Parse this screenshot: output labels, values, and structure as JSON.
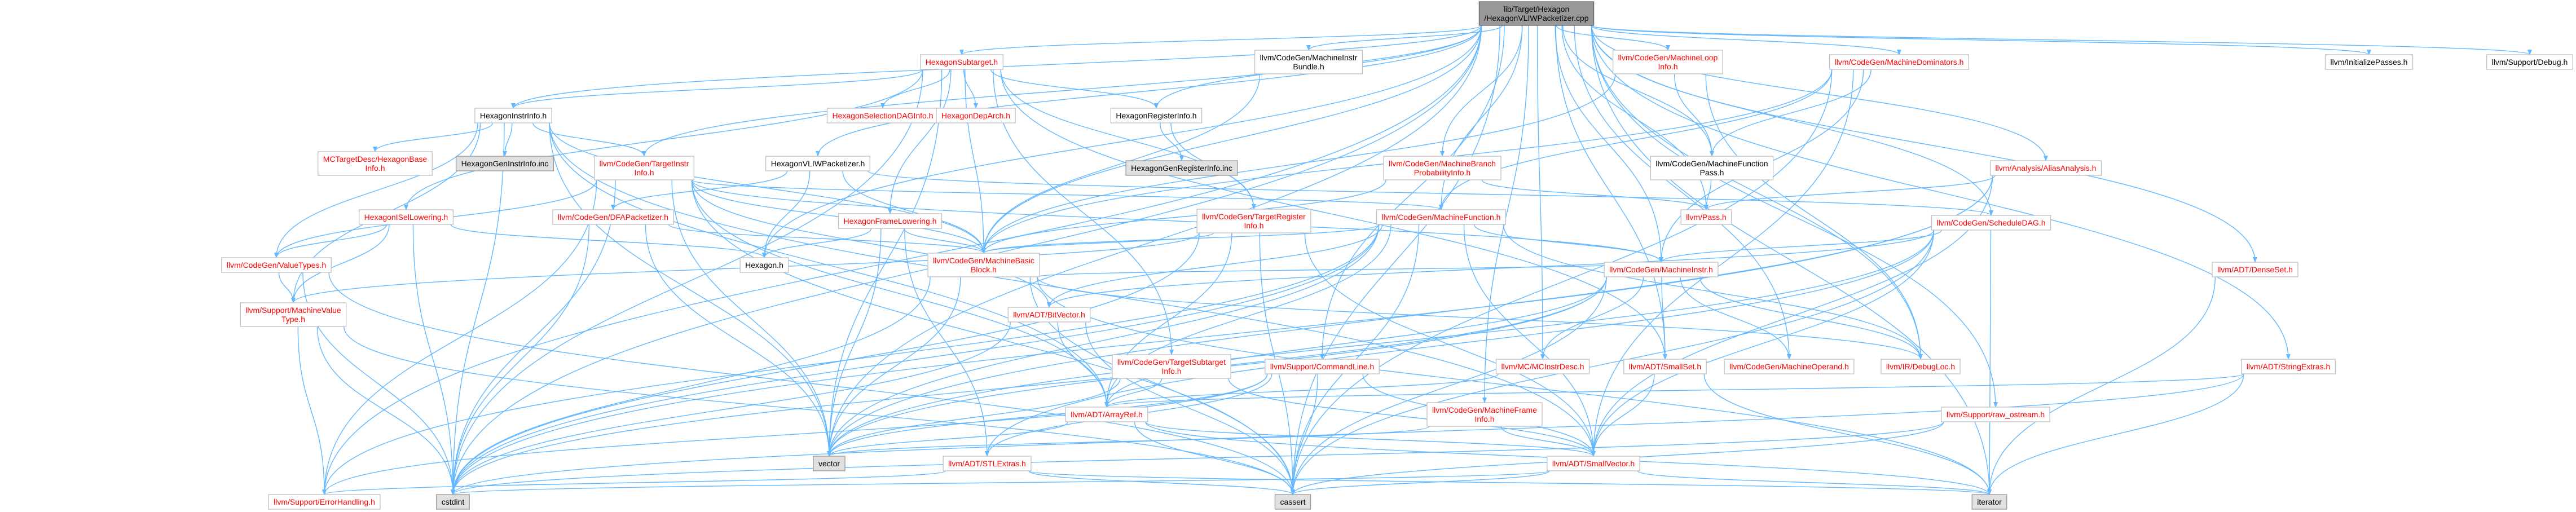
{
  "colors": {
    "edge": "#63b8ff",
    "root_fill": "#999999",
    "root_stroke": "#666666",
    "node_fill": "#ffffff",
    "node_stroke": "#bfbfbf",
    "red_text": "#ff0000",
    "black_text": "#000000",
    "gray_fill": "#e0e0e0",
    "gray_stroke": "#999999"
  },
  "nodes": [
    {
      "id": "root",
      "lines": [
        "lib/Target/Hexagon",
        "/HexagonVLIWPacketizer.cpp"
      ],
      "style": "root"
    },
    {
      "id": "hexsubtarget",
      "lines": [
        "HexagonSubtarget.h"
      ],
      "style": "red"
    },
    {
      "id": "bundle",
      "lines": [
        "llvm/CodeGen/MachineInstr",
        "Bundle.h"
      ],
      "style": "black"
    },
    {
      "id": "looplinfo",
      "lines": [
        "llvm/CodeGen/MachineLoop",
        "Info.h"
      ],
      "style": "red"
    },
    {
      "id": "dominators",
      "lines": [
        "llvm/CodeGen/MachineDominators.h"
      ],
      "style": "red"
    },
    {
      "id": "initpasses",
      "lines": [
        "llvm/InitializePasses.h"
      ],
      "style": "black"
    },
    {
      "id": "debug",
      "lines": [
        "llvm/Support/Debug.h"
      ],
      "style": "black"
    },
    {
      "id": "hexinstrinfo",
      "lines": [
        "HexagonInstrInfo.h"
      ],
      "style": "black"
    },
    {
      "id": "seldaginfo",
      "lines": [
        "HexagonSelectionDAGInfo.h"
      ],
      "style": "red"
    },
    {
      "id": "deparch",
      "lines": [
        "HexagonDepArch.h"
      ],
      "style": "red"
    },
    {
      "id": "reginfo",
      "lines": [
        "HexagonRegisterInfo.h"
      ],
      "style": "black"
    },
    {
      "id": "genreginfo",
      "lines": [
        "HexagonGenRegisterInfo.inc"
      ],
      "style": "gray"
    },
    {
      "id": "mctargetdesc",
      "lines": [
        "MCTargetDesc/HexagonBase",
        "Info.h"
      ],
      "style": "red"
    },
    {
      "id": "geninstrinfo",
      "lines": [
        "HexagonGenInstrInfo.inc"
      ],
      "style": "gray"
    },
    {
      "id": "targetinstrinfo",
      "lines": [
        "llvm/CodeGen/TargetInstr",
        "Info.h"
      ],
      "style": "red"
    },
    {
      "id": "vliwpacketizer",
      "lines": [
        "HexagonVLIWPacketizer.h"
      ],
      "style": "black"
    },
    {
      "id": "branchprob",
      "lines": [
        "llvm/CodeGen/MachineBranch",
        "ProbabilityInfo.h"
      ],
      "style": "red"
    },
    {
      "id": "funcpass",
      "lines": [
        "llvm/CodeGen/MachineFunction",
        "Pass.h"
      ],
      "style": "black"
    },
    {
      "id": "aliasanalysis",
      "lines": [
        "llvm/Analysis/AliasAnalysis.h"
      ],
      "style": "red"
    },
    {
      "id": "isellowering",
      "lines": [
        "HexagonISelLowering.h"
      ],
      "style": "red"
    },
    {
      "id": "dfapacketizer",
      "lines": [
        "llvm/CodeGen/DFAPacketizer.h"
      ],
      "style": "red"
    },
    {
      "id": "framelowering",
      "lines": [
        "HexagonFrameLowering.h"
      ],
      "style": "red"
    },
    {
      "id": "targetreginfo",
      "lines": [
        "llvm/CodeGen/TargetRegister",
        "Info.h"
      ],
      "style": "red"
    },
    {
      "id": "machinefunction",
      "lines": [
        "llvm/CodeGen/MachineFunction.h"
      ],
      "style": "red"
    },
    {
      "id": "pass",
      "lines": [
        "llvm/Pass.h"
      ],
      "style": "red"
    },
    {
      "id": "scheduledag",
      "lines": [
        "llvm/CodeGen/ScheduleDAG.h"
      ],
      "style": "red"
    },
    {
      "id": "valuetypes",
      "lines": [
        "llvm/CodeGen/ValueTypes.h"
      ],
      "style": "red"
    },
    {
      "id": "hexagonh",
      "lines": [
        "Hexagon.h"
      ],
      "style": "black"
    },
    {
      "id": "basicblock",
      "lines": [
        "llvm/CodeGen/MachineBasic",
        "Block.h"
      ],
      "style": "red"
    },
    {
      "id": "machineinstr",
      "lines": [
        "llvm/CodeGen/MachineInstr.h"
      ],
      "style": "red"
    },
    {
      "id": "denseset",
      "lines": [
        "llvm/ADT/DenseSet.h"
      ],
      "style": "red"
    },
    {
      "id": "mvt",
      "lines": [
        "llvm/Support/MachineValue",
        "Type.h"
      ],
      "style": "red"
    },
    {
      "id": "bitvector",
      "lines": [
        "llvm/ADT/BitVector.h"
      ],
      "style": "red"
    },
    {
      "id": "subtargetinfo",
      "lines": [
        "llvm/CodeGen/TargetSubtarget",
        "Info.h"
      ],
      "style": "red"
    },
    {
      "id": "commandline",
      "lines": [
        "llvm/Support/CommandLine.h"
      ],
      "style": "red"
    },
    {
      "id": "mcinstrdesc",
      "lines": [
        "llvm/MC/MCInstrDesc.h"
      ],
      "style": "red"
    },
    {
      "id": "smallset",
      "lines": [
        "llvm/ADT/SmallSet.h"
      ],
      "style": "red"
    },
    {
      "id": "machineoperand",
      "lines": [
        "llvm/CodeGen/MachineOperand.h"
      ],
      "style": "red"
    },
    {
      "id": "debugloc",
      "lines": [
        "llvm/IR/DebugLoc.h"
      ],
      "style": "red"
    },
    {
      "id": "stringextras",
      "lines": [
        "llvm/ADT/StringExtras.h"
      ],
      "style": "red"
    },
    {
      "id": "frameinfo",
      "lines": [
        "llvm/CodeGen/MachineFrame",
        "Info.h"
      ],
      "style": "red"
    },
    {
      "id": "rawostream",
      "lines": [
        "llvm/Support/raw_ostream.h"
      ],
      "style": "red"
    },
    {
      "id": "arrayref",
      "lines": [
        "llvm/ADT/ArrayRef.h"
      ],
      "style": "red"
    },
    {
      "id": "vector",
      "lines": [
        "vector"
      ],
      "style": "gray"
    },
    {
      "id": "stlextras",
      "lines": [
        "llvm/ADT/STLExtras.h"
      ],
      "style": "red"
    },
    {
      "id": "smallvector",
      "lines": [
        "llvm/ADT/SmallVector.h"
      ],
      "style": "red"
    },
    {
      "id": "errorhandling",
      "lines": [
        "llvm/Support/ErrorHandling.h"
      ],
      "style": "red"
    },
    {
      "id": "cstdint",
      "lines": [
        "cstdint"
      ],
      "style": "gray"
    },
    {
      "id": "cassert",
      "lines": [
        "cassert"
      ],
      "style": "gray"
    },
    {
      "id": "iterator",
      "lines": [
        "iterator"
      ],
      "style": "gray"
    }
  ],
  "edges": [
    [
      "root",
      "hexsubtarget"
    ],
    [
      "root",
      "bundle"
    ],
    [
      "root",
      "looplinfo"
    ],
    [
      "root",
      "dominators"
    ],
    [
      "root",
      "initpasses"
    ],
    [
      "root",
      "debug"
    ],
    [
      "root",
      "hexinstrinfo"
    ],
    [
      "root",
      "reginfo"
    ],
    [
      "root",
      "vliwpacketizer"
    ],
    [
      "root",
      "branchprob"
    ],
    [
      "root",
      "aliasanalysis"
    ],
    [
      "root",
      "machinefunction"
    ],
    [
      "root",
      "machineinstr"
    ],
    [
      "root",
      "basicblock"
    ],
    [
      "root",
      "scheduledag"
    ],
    [
      "root",
      "targetinstrinfo"
    ],
    [
      "root",
      "commandline"
    ],
    [
      "root",
      "mcinstrdesc"
    ],
    [
      "root",
      "denseset"
    ],
    [
      "root",
      "stringextras"
    ],
    [
      "root",
      "smallset"
    ],
    [
      "root",
      "rawostream"
    ],
    [
      "root",
      "machineoperand"
    ],
    [
      "root",
      "debugloc"
    ],
    [
      "root",
      "cassert"
    ],
    [
      "root",
      "cstdint"
    ],
    [
      "root",
      "iterator"
    ],
    [
      "root",
      "vector"
    ],
    [
      "root",
      "errorhandling"
    ],
    [
      "root",
      "hexagonh"
    ],
    [
      "root",
      "frameinfo"
    ],
    [
      "root",
      "pass"
    ],
    [
      "root",
      "funcpass"
    ],
    [
      "hexsubtarget",
      "seldaginfo"
    ],
    [
      "hexsubtarget",
      "deparch"
    ],
    [
      "hexsubtarget",
      "reginfo"
    ],
    [
      "hexsubtarget",
      "hexinstrinfo"
    ],
    [
      "hexsubtarget",
      "framelowering"
    ],
    [
      "hexsubtarget",
      "isellowering"
    ],
    [
      "hexsubtarget",
      "subtargetinfo"
    ],
    [
      "hexsubtarget",
      "targetreginfo"
    ],
    [
      "hexsubtarget",
      "smallset"
    ],
    [
      "hexsubtarget",
      "basicblock"
    ],
    [
      "hexsubtarget",
      "vector"
    ],
    [
      "hexsubtarget",
      "cstdint"
    ],
    [
      "bundle",
      "basicblock"
    ],
    [
      "looplinfo",
      "funcpass"
    ],
    [
      "looplinfo",
      "basicblock"
    ],
    [
      "looplinfo",
      "debugloc"
    ],
    [
      "dominators",
      "funcpass"
    ],
    [
      "dominators",
      "basicblock"
    ],
    [
      "dominators",
      "machineinstr"
    ],
    [
      "dominators",
      "machinefunction"
    ],
    [
      "dominators",
      "cassert"
    ],
    [
      "dominators",
      "smallvector"
    ],
    [
      "hexinstrinfo",
      "mctargetdesc"
    ],
    [
      "hexinstrinfo",
      "geninstrinfo"
    ],
    [
      "hexinstrinfo",
      "targetinstrinfo"
    ],
    [
      "hexinstrinfo",
      "basicblock"
    ],
    [
      "hexinstrinfo",
      "valuetypes"
    ],
    [
      "hexinstrinfo",
      "mvt"
    ],
    [
      "hexinstrinfo",
      "arrayref"
    ],
    [
      "hexinstrinfo",
      "smallvector"
    ],
    [
      "hexinstrinfo",
      "cstdint"
    ],
    [
      "hexinstrinfo",
      "vector"
    ],
    [
      "reginfo",
      "genreginfo"
    ],
    [
      "reginfo",
      "targetreginfo"
    ],
    [
      "targetinstrinfo",
      "basicblock"
    ],
    [
      "targetinstrinfo",
      "machinefunction"
    ],
    [
      "targetinstrinfo",
      "machineinstr"
    ],
    [
      "targetinstrinfo",
      "arrayref"
    ],
    [
      "targetinstrinfo",
      "errorhandling"
    ],
    [
      "targetinstrinfo",
      "cassert"
    ],
    [
      "targetinstrinfo",
      "cstdint"
    ],
    [
      "targetinstrinfo",
      "vector"
    ],
    [
      "targetinstrinfo",
      "valuetypes"
    ],
    [
      "targetinstrinfo",
      "bitvector"
    ],
    [
      "vliwpacketizer",
      "dfapacketizer"
    ],
    [
      "vliwpacketizer",
      "hexagonh"
    ],
    [
      "vliwpacketizer",
      "basicblock"
    ],
    [
      "vliwpacketizer",
      "scheduledag"
    ],
    [
      "branchprob",
      "pass"
    ],
    [
      "branchprob",
      "basicblock"
    ],
    [
      "funcpass",
      "pass"
    ],
    [
      "aliasanalysis",
      "pass"
    ],
    [
      "aliasanalysis",
      "smallvector"
    ],
    [
      "aliasanalysis",
      "cstdint"
    ],
    [
      "aliasanalysis",
      "vector"
    ],
    [
      "isellowering",
      "valuetypes"
    ],
    [
      "isellowering",
      "mvt"
    ],
    [
      "isellowering",
      "cstdint"
    ],
    [
      "isellowering",
      "hexagonh"
    ],
    [
      "dfapacketizer",
      "basicblock"
    ],
    [
      "dfapacketizer",
      "cstdint"
    ],
    [
      "dfapacketizer",
      "vector"
    ],
    [
      "framelowering",
      "hexagonh"
    ],
    [
      "framelowering",
      "basicblock"
    ],
    [
      "framelowering",
      "vector"
    ],
    [
      "framelowering",
      "stlextras"
    ],
    [
      "targetreginfo",
      "basicblock"
    ],
    [
      "targetreginfo",
      "arrayref"
    ],
    [
      "targetreginfo",
      "smallvector"
    ],
    [
      "targetreginfo",
      "mvt"
    ],
    [
      "targetreginfo",
      "cassert"
    ],
    [
      "targetreginfo",
      "cstdint"
    ],
    [
      "machinefunction",
      "basicblock"
    ],
    [
      "machinefunction",
      "machineinstr"
    ],
    [
      "machinefunction",
      "bitvector"
    ],
    [
      "machinefunction",
      "arrayref"
    ],
    [
      "machinefunction",
      "smallvector"
    ],
    [
      "machinefunction",
      "errorhandling"
    ],
    [
      "machinefunction",
      "cassert"
    ],
    [
      "machinefunction",
      "cstdint"
    ],
    [
      "machinefunction",
      "vector"
    ],
    [
      "machinefunction",
      "debugloc"
    ],
    [
      "scheduledag",
      "machineinstr"
    ],
    [
      "scheduledag",
      "bitvector"
    ],
    [
      "scheduledag",
      "smallvector"
    ],
    [
      "scheduledag",
      "cassert"
    ],
    [
      "scheduledag",
      "iterator"
    ],
    [
      "scheduledag",
      "vector"
    ],
    [
      "scheduledag",
      "stlextras"
    ],
    [
      "valuetypes",
      "mvt"
    ],
    [
      "valuetypes",
      "cassert"
    ],
    [
      "valuetypes",
      "cstdint"
    ],
    [
      "basicblock",
      "machineinstr"
    ],
    [
      "basicblock",
      "debugloc"
    ],
    [
      "basicblock",
      "cassert"
    ],
    [
      "basicblock",
      "cstdint"
    ],
    [
      "basicblock",
      "iterator"
    ],
    [
      "basicblock",
      "vector"
    ],
    [
      "machineinstr",
      "machineoperand"
    ],
    [
      "machineinstr",
      "mcinstrdesc"
    ],
    [
      "machineinstr",
      "debugloc"
    ],
    [
      "machineinstr",
      "arrayref"
    ],
    [
      "machineinstr",
      "smallset"
    ],
    [
      "machineinstr",
      "cassert"
    ],
    [
      "machineinstr",
      "cstdint"
    ],
    [
      "machineinstr",
      "vector"
    ],
    [
      "denseset",
      "iterator"
    ],
    [
      "mvt",
      "errorhandling"
    ],
    [
      "mvt",
      "cassert"
    ],
    [
      "mvt",
      "cstdint"
    ],
    [
      "bitvector",
      "arrayref"
    ],
    [
      "bitvector",
      "cassert"
    ],
    [
      "bitvector",
      "cstdint"
    ],
    [
      "subtargetinfo",
      "arrayref"
    ],
    [
      "subtargetinfo",
      "smallvector"
    ],
    [
      "subtargetinfo",
      "vector"
    ],
    [
      "commandline",
      "smallvector"
    ],
    [
      "commandline",
      "cassert"
    ],
    [
      "commandline",
      "vector"
    ],
    [
      "commandline",
      "errorhandling"
    ],
    [
      "commandline",
      "stlextras"
    ],
    [
      "mcinstrdesc",
      "arrayref"
    ],
    [
      "smallset",
      "smallvector"
    ],
    [
      "smallset",
      "iterator"
    ],
    [
      "stringextras",
      "arrayref"
    ],
    [
      "stringextras",
      "cstdint"
    ],
    [
      "stringextras",
      "iterator"
    ],
    [
      "frameinfo",
      "smallvector"
    ],
    [
      "frameinfo",
      "vector"
    ],
    [
      "rawostream",
      "cassert"
    ],
    [
      "rawostream",
      "cstdint"
    ],
    [
      "arrayref",
      "smallvector"
    ],
    [
      "arrayref",
      "vector"
    ],
    [
      "arrayref",
      "cassert"
    ],
    [
      "arrayref",
      "iterator"
    ],
    [
      "stlextras",
      "cassert"
    ],
    [
      "stlextras",
      "errorhandling"
    ],
    [
      "stlextras",
      "iterator"
    ],
    [
      "smallvector",
      "cassert"
    ],
    [
      "smallvector",
      "iterator"
    ],
    [
      "smallvector",
      "cstdint"
    ]
  ]
}
